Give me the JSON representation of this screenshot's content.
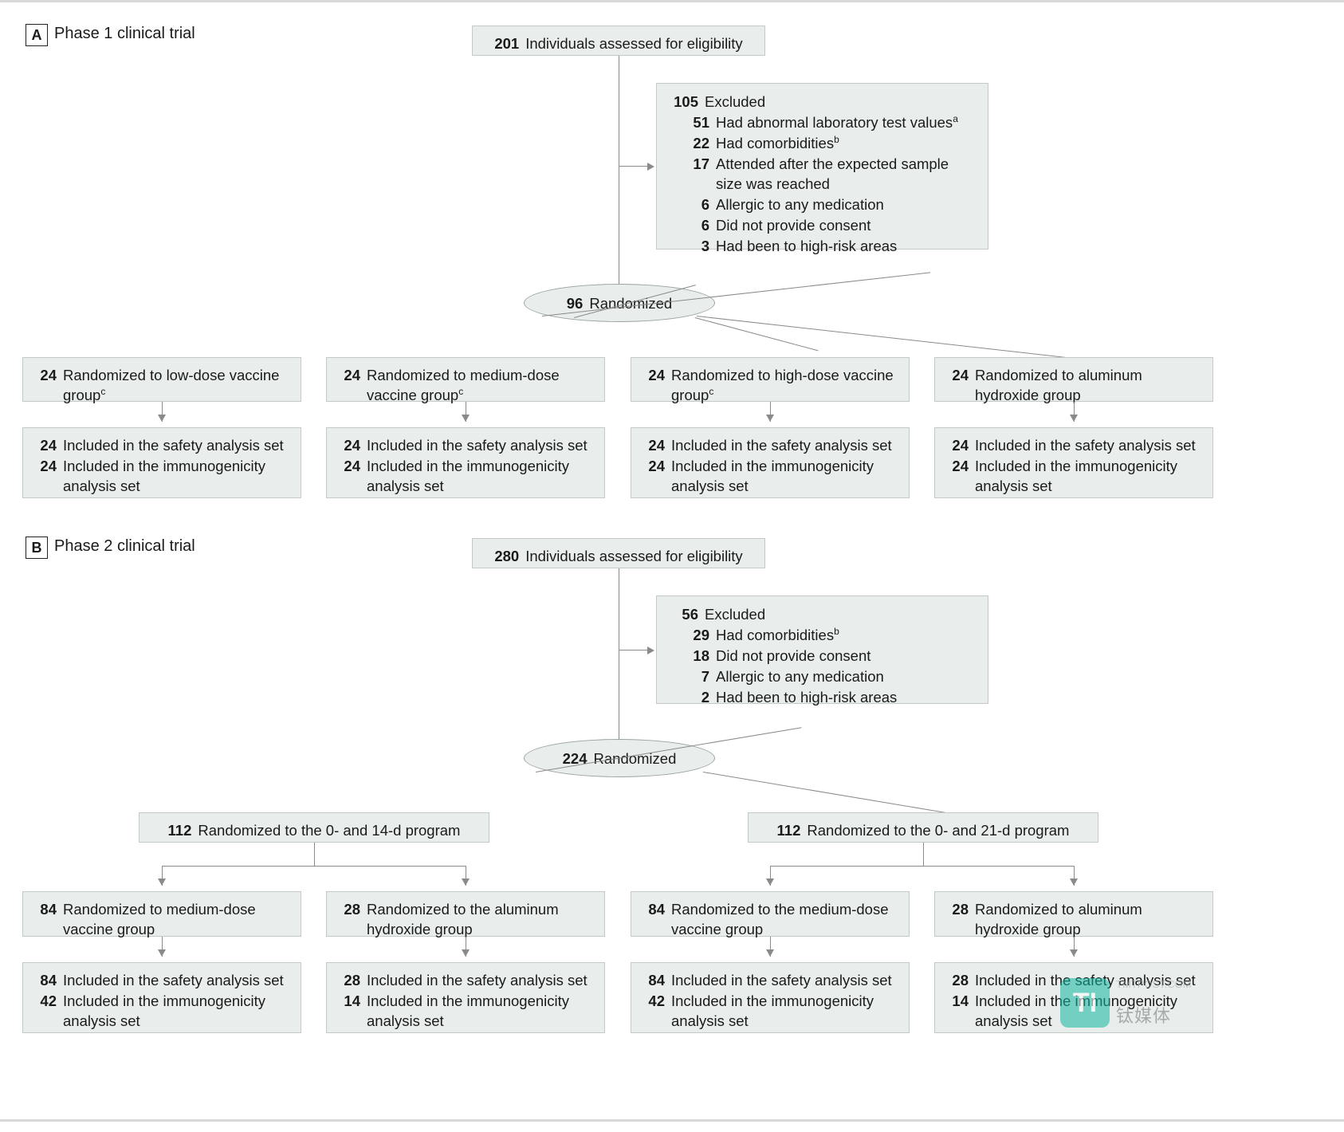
{
  "figure": {
    "type": "consort-flow-diagram",
    "panels": [
      {
        "tag": "A",
        "title": "Phase 1 clinical trial",
        "assessed": {
          "num": "201",
          "text": "Individuals assessed for eligibility"
        },
        "excluded": {
          "num": "105",
          "text": "Excluded",
          "reasons": [
            {
              "num": "51",
              "text": "Had abnormal laboratory test values",
              "sup": "a"
            },
            {
              "num": "22",
              "text": "Had comorbidities",
              "sup": "b"
            },
            {
              "num": "17",
              "text": "Attended after the expected sample size was reached",
              "sup": ""
            },
            {
              "num": "6",
              "text": "Allergic to any medication",
              "sup": ""
            },
            {
              "num": "6",
              "text": "Did not provide consent",
              "sup": ""
            },
            {
              "num": "3",
              "text": "Had been to high-risk areas",
              "sup": ""
            }
          ]
        },
        "randomized": {
          "num": "96",
          "text": "Randomized"
        },
        "groups": [
          {
            "alloc": {
              "num": "24",
              "text": "Randomized to low-dose vaccine group",
              "sup": "c"
            },
            "analysis": [
              {
                "num": "24",
                "text": "Included in the safety analysis set"
              },
              {
                "num": "24",
                "text": "Included in the immunogenicity analysis set"
              }
            ]
          },
          {
            "alloc": {
              "num": "24",
              "text": "Randomized to medium-dose vaccine group",
              "sup": "c"
            },
            "analysis": [
              {
                "num": "24",
                "text": "Included in the safety analysis set"
              },
              {
                "num": "24",
                "text": "Included in the immunogenicity analysis set"
              }
            ]
          },
          {
            "alloc": {
              "num": "24",
              "text": "Randomized to high-dose vaccine group",
              "sup": "c"
            },
            "analysis": [
              {
                "num": "24",
                "text": "Included in the safety analysis set"
              },
              {
                "num": "24",
                "text": "Included in the immunogenicity analysis set"
              }
            ]
          },
          {
            "alloc": {
              "num": "24",
              "text": "Randomized to aluminum hydroxide group",
              "sup": ""
            },
            "analysis": [
              {
                "num": "24",
                "text": "Included in the safety analysis set"
              },
              {
                "num": "24",
                "text": "Included in the immunogenicity analysis set"
              }
            ]
          }
        ]
      },
      {
        "tag": "B",
        "title": "Phase 2 clinical trial",
        "assessed": {
          "num": "280",
          "text": "Individuals assessed for eligibility"
        },
        "excluded": {
          "num": "56",
          "text": "Excluded",
          "reasons": [
            {
              "num": "29",
              "text": "Had comorbidities",
              "sup": "b"
            },
            {
              "num": "18",
              "text": "Did not provide consent",
              "sup": ""
            },
            {
              "num": "7",
              "text": "Allergic to any medication",
              "sup": ""
            },
            {
              "num": "2",
              "text": "Had been to high-risk areas",
              "sup": ""
            }
          ]
        },
        "randomized": {
          "num": "224",
          "text": "Randomized"
        },
        "programs": [
          {
            "num": "112",
            "text": "Randomized to the 0- and 14-d program"
          },
          {
            "num": "112",
            "text": "Randomized to the 0- and 21-d program"
          }
        ],
        "groups": [
          {
            "alloc": {
              "num": "84",
              "text": "Randomized to medium-dose vaccine group",
              "sup": ""
            },
            "analysis": [
              {
                "num": "84",
                "text": "Included in the safety analysis set"
              },
              {
                "num": "42",
                "text": "Included in the immunogenicity analysis set"
              }
            ]
          },
          {
            "alloc": {
              "num": "28",
              "text": "Randomized to the aluminum hydroxide group",
              "sup": ""
            },
            "analysis": [
              {
                "num": "28",
                "text": "Included in the safety analysis set"
              },
              {
                "num": "14",
                "text": "Included in the immunogenicity analysis set"
              }
            ]
          },
          {
            "alloc": {
              "num": "84",
              "text": "Randomized to the medium-dose vaccine group",
              "sup": ""
            },
            "analysis": [
              {
                "num": "84",
                "text": "Included in the safety analysis set"
              },
              {
                "num": "42",
                "text": "Included in the immunogenicity analysis set"
              }
            ]
          },
          {
            "alloc": {
              "num": "28",
              "text": "Randomized to aluminum hydroxide group",
              "sup": ""
            },
            "analysis": [
              {
                "num": "28",
                "text": "Included in the safety analysis set"
              },
              {
                "num": "14",
                "text": "Included in the immunogenicity analysis set"
              }
            ]
          }
        ]
      }
    ]
  },
  "watermark": {
    "mark": "TI",
    "line1": "TMTPOST.COM",
    "line2": "钛媒体"
  },
  "colors": {
    "box_fill": "#e9eeec",
    "box_border": "#c2cac7",
    "connector": "#8a8a8a",
    "text": "#1a1a1a",
    "rule": "#d9d9d9",
    "watermark_accent": "#11b6a0"
  }
}
